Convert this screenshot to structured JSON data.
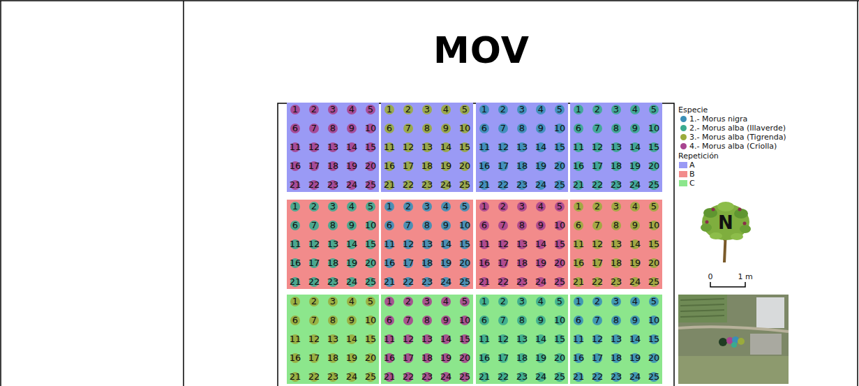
{
  "diagram": {
    "title": "MOV",
    "nodes": [
      {
        "text": [
          "1",
          "2",
          "3",
          "4",
          "5",
          "6",
          "7",
          "8",
          "9",
          "10",
          "11",
          "12",
          "13",
          "14",
          "15",
          "16",
          "17",
          "18",
          "19",
          "20",
          "21",
          "22",
          "23",
          "24",
          "25"
        ]
      },
      {
        "text": [
          "1",
          "2",
          "3",
          "4",
          "5",
          "6",
          "7",
          "8",
          "9",
          "10",
          "11",
          "12",
          "13",
          "14",
          "15",
          "16",
          "17",
          "18",
          "19",
          "20",
          "21",
          "22",
          "23",
          "24",
          "25"
        ]
      },
      {
        "text": [
          "1",
          "2",
          "3",
          "4",
          "5",
          "6",
          "7",
          "8",
          "9",
          "10",
          "11",
          "12",
          "13",
          "14",
          "15",
          "16",
          "17",
          "18",
          "19",
          "20",
          "21",
          "22",
          "23",
          "24",
          "25"
        ]
      },
      {
        "text": [
          "1",
          "2",
          "3",
          "4",
          "5",
          "6",
          "7",
          "8",
          "9",
          "10",
          "11",
          "12",
          "13",
          "14",
          "15",
          "16",
          "17",
          "18",
          "19",
          "20",
          "21",
          "22",
          "23",
          "24",
          "25"
        ]
      },
      {
        "text": [
          "1",
          "2",
          "3",
          "4",
          "5",
          "6",
          "7",
          "8",
          "9",
          "10",
          "11",
          "12",
          "13",
          "14",
          "15",
          "16",
          "17",
          "18",
          "19",
          "20",
          "21",
          "22",
          "23",
          "24",
          "25"
        ]
      },
      {
        "text": [
          "1",
          "2",
          "3",
          "4",
          "5",
          "6",
          "7",
          "8",
          "9",
          "10",
          "11",
          "12",
          "13",
          "14",
          "15",
          "16",
          "17",
          "18",
          "19",
          "20",
          "21",
          "22",
          "23",
          "24",
          "25"
        ]
      },
      {
        "text": [
          "1",
          "2",
          "3",
          "4",
          "5",
          "6",
          "7",
          "8",
          "9",
          "10",
          "11",
          "12",
          "13",
          "14",
          "15",
          "16",
          "17",
          "18",
          "19",
          "20",
          "21",
          "22",
          "23",
          "24",
          "25"
        ]
      },
      {
        "text": [
          "1",
          "2",
          "3",
          "4",
          "5",
          "6",
          "7",
          "8",
          "9",
          "10",
          "11",
          "12",
          "13",
          "14",
          "15",
          "16",
          "17",
          "18",
          "19",
          "20",
          "21",
          "22",
          "23",
          "24",
          "25"
        ]
      },
      {
        "text": [
          "1",
          "2",
          "3",
          "4",
          "5",
          "6",
          "7",
          "8",
          "9",
          "10",
          "11",
          "12",
          "13",
          "14",
          "15",
          "16",
          "17",
          "18",
          "19",
          "20",
          "21",
          "22",
          "23",
          "24",
          "25"
        ]
      },
      {
        "text": [
          "1",
          "2",
          "3",
          "4",
          "5",
          "6",
          "7",
          "8",
          "9",
          "10",
          "11",
          "12",
          "13",
          "14",
          "15",
          "16",
          "17",
          "18",
          "19",
          "20",
          "21",
          "22",
          "23",
          "24",
          "25"
        ]
      },
      {
        "text": [
          "1",
          "2",
          "3",
          "4",
          "5",
          "6",
          "7",
          "8",
          "9",
          "10",
          "11",
          "12",
          "13",
          "14",
          "15",
          "16",
          "17",
          "18",
          "19",
          "20",
          "21",
          "22",
          "23",
          "24",
          "25"
        ]
      },
      {
        "text": [
          "1",
          "2",
          "3",
          "4",
          "5",
          "6",
          "7",
          "8",
          "9",
          "10",
          "11",
          "12",
          "13",
          "14",
          "15",
          "16",
          "17",
          "18",
          "19",
          "20",
          "21",
          "22",
          "23",
          "24",
          "25"
        ]
      }
    ],
    "labels": [
      "Especie",
      "Repetición",
      "N",
      "0",
      "1 m"
    ],
    "legend": [
      {
        "text": "1.- Morus nigra",
        "color": "#3a8fb7"
      },
      {
        "text": "2.- Morus alba (Illaverde)",
        "color": "#3aaa8f"
      },
      {
        "text": "3.- Morus alba (Tigrenda)",
        "color": "#9aab3c"
      },
      {
        "text": "4.- Morus alba (Criolla)",
        "color": "#a8448f"
      },
      {
        "text": "A",
        "color": "#9a9af5"
      },
      {
        "text": "B",
        "color": "#f28b8b"
      },
      {
        "text": "C",
        "color": "#8ce68c"
      }
    ]
  }
}
